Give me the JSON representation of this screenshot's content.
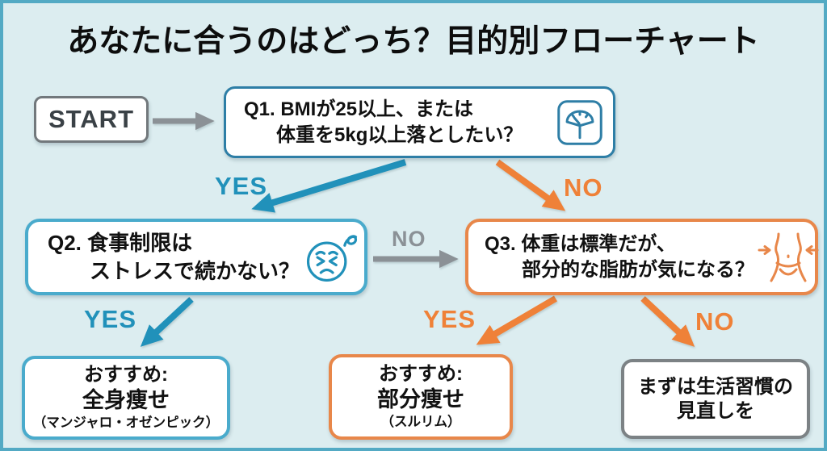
{
  "title": "あなたに合うのはどっち？目的別フローチャート",
  "colors": {
    "background": "#dcedf0",
    "frame_border": "#53aac4",
    "title_color": "#0d0d0d",
    "node_text": "#111111",
    "start_border": "#72787c",
    "start_text": "#3a4146",
    "blue_dark": "#2e7ea6",
    "blue": "#2191ba",
    "blue_light": "#4aabcc",
    "orange": "#ef8138",
    "orange_border": "#e8874a",
    "gray": "#8b9196",
    "gray_border": "#7c8285"
  },
  "nodes": {
    "start": {
      "label": "START"
    },
    "q1": {
      "line1": "Q1. BMIが25以上、または",
      "line2": "体重を5kg以上落としたい？",
      "icon": "weight-scale-icon"
    },
    "q2": {
      "line1": "Q2. 食事制限は",
      "line2": "ストレスで続かない？",
      "icon": "stressed-face-icon"
    },
    "q3": {
      "line1": "Q3. 体重は標準だが、",
      "line2": "部分的な脂肪が気になる？",
      "icon": "slim-waist-icon"
    },
    "result_full_body": {
      "line1": "おすすめ:",
      "line2": "全身痩せ",
      "line3": "（マンジャロ・オゼンピック）"
    },
    "result_partial": {
      "line1": "おすすめ:",
      "line2": "部分痩せ",
      "line3": "（スルリム）"
    },
    "result_lifestyle": {
      "line1": "まずは生活習慣の",
      "line2": "見直しを"
    }
  },
  "edges": {
    "q1_yes": "YES",
    "q1_no": "NO",
    "q2_no": "NO",
    "q2_yes": "YES",
    "q3_yes": "YES",
    "q3_no": "NO"
  }
}
